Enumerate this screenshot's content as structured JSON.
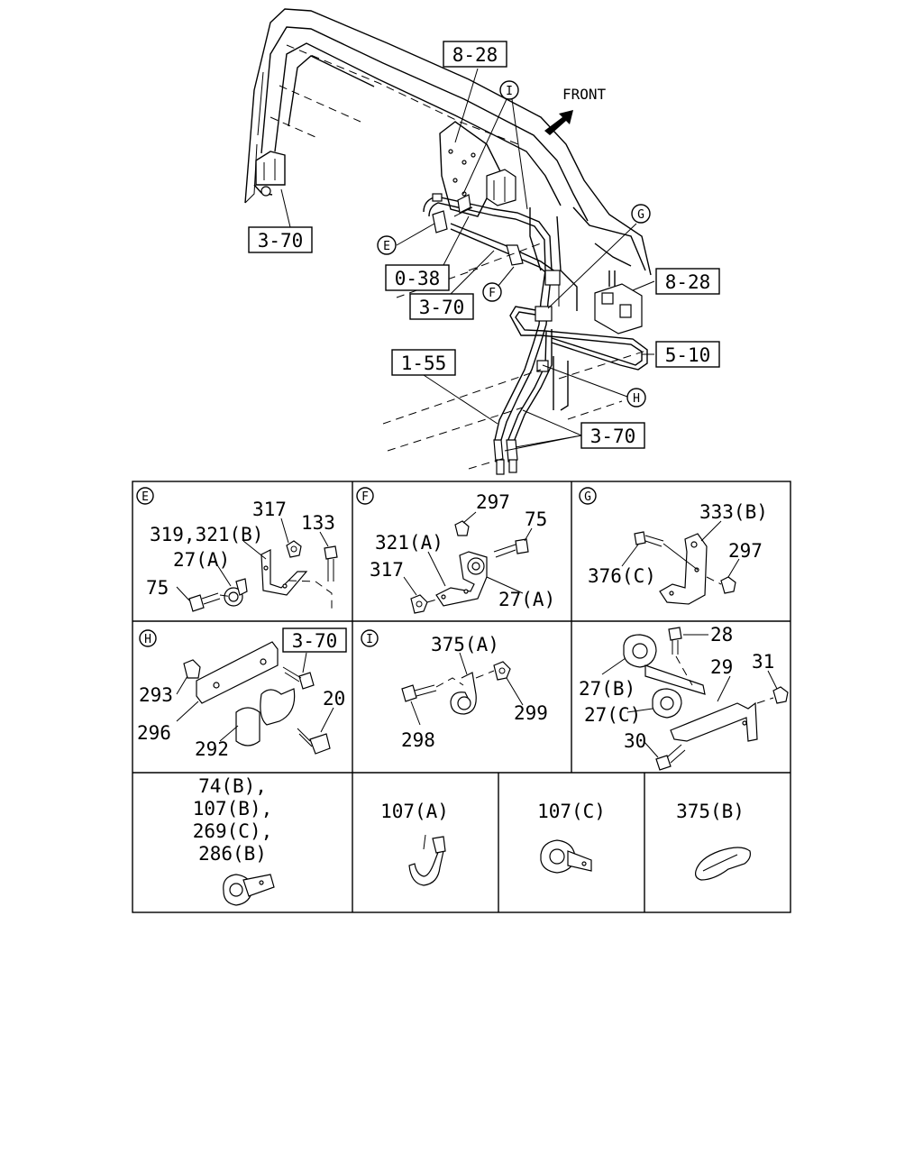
{
  "front_label": "FRONT",
  "refs": {
    "r8_28_top": "8-28",
    "r3_70_left": "3-70",
    "r0_38": "0-38",
    "r3_70_mid": "3-70",
    "r8_28_right": "8-28",
    "r5_10": "5-10",
    "r1_55": "1-55",
    "r3_70_bottom": "3-70"
  },
  "callouts": {
    "I": "I",
    "G": "G",
    "E": "E",
    "F": "F",
    "H": "H"
  },
  "panels": {
    "E": {
      "key": "E",
      "parts": {
        "p317": "317",
        "p133": "133",
        "p319": "319,321(B)",
        "p27a": "27(A)",
        "p75": "75"
      }
    },
    "F": {
      "key": "F",
      "parts": {
        "p297": "297",
        "p75": "75",
        "p321a": "321(A)",
        "p317": "317",
        "p27a": "27(A)"
      }
    },
    "G": {
      "key": "G",
      "parts": {
        "p333b": "333(B)",
        "p297": "297",
        "p376c": "376(C)"
      }
    },
    "H": {
      "key": "H",
      "ref": "3-70",
      "parts": {
        "p293": "293",
        "p20": "20",
        "p296": "296",
        "p292": "292"
      }
    },
    "I": {
      "key": "I",
      "parts": {
        "p375a": "375(A)",
        "p298": "298",
        "p299": "299"
      }
    },
    "misc": {
      "parts": {
        "p28": "28",
        "p29": "29",
        "p31": "31",
        "p27b": "27(B)",
        "p27c": "27(C)",
        "p30": "30"
      }
    },
    "clip1": {
      "lines": [
        "74(B),",
        "107(B),",
        "269(C),",
        "286(B)"
      ]
    },
    "clip2": {
      "label": "107(A)"
    },
    "clip3": {
      "label": "107(C)"
    },
    "clip4": {
      "label": "375(B)"
    }
  }
}
